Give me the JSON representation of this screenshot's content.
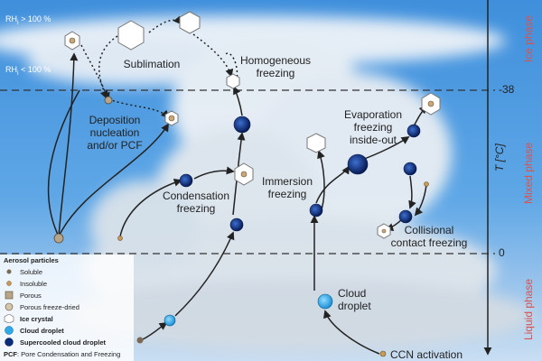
{
  "labels": {
    "sublimation": "Sublimation",
    "homogeneous": "Homogeneous\nfreezing",
    "deposition": "Deposition\nnucleation\nand/or PCF",
    "evaporation": "Evaporation\nfreezing\ninside-out",
    "immersion": "Immersion\nfreezing",
    "condensation": "Condensation\nfreezing",
    "collisional": "Collisional\ncontact freezing",
    "cloud_droplet": "Cloud\ndroplet",
    "ccn": "CCN activation"
  },
  "rh": {
    "above_main": "RH",
    "above_sub": "i",
    "above_rest": " > 100 %",
    "below_main": "RH",
    "below_sub": "i",
    "below_rest": " < 100 %"
  },
  "axis": {
    "label": "T [°C]",
    "tick_top": "-38",
    "tick_bottom": "0"
  },
  "phases": {
    "ice": "Ice phase",
    "mixed": "Mixed phase",
    "liquid": "Liquid phase"
  },
  "legend": {
    "title": "Aerosol particles",
    "soluble": "Soluble",
    "insoluble": "Insoluble",
    "porous": "Porous",
    "porous_fd": "Porous freeze-dried",
    "ice_crystal": "Ice crystal",
    "cloud_droplet": "Cloud droplet",
    "supercooled": "Supercooled cloud droplet",
    "pcf_key": "PCF",
    "pcf_text": ": Pore Condensation and Freezing"
  },
  "colors": {
    "sky_top": "#4f9ee4",
    "sky_bottom": "#bcd7f0",
    "phase_text": "#d9534f",
    "supercooled": "#0a2d7a",
    "cloud_droplet": "#2fa9e8",
    "ice": "#ffffff"
  }
}
